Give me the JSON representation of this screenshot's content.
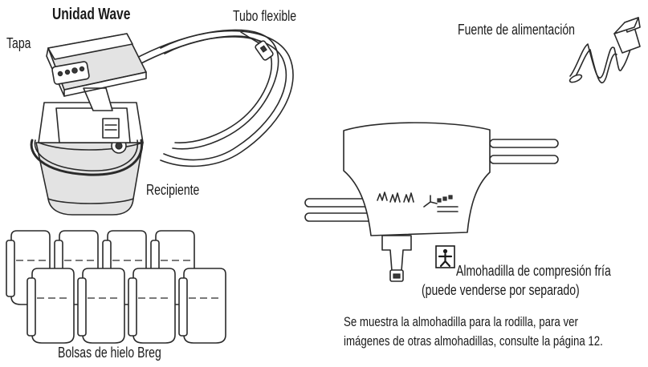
{
  "labels": {
    "title": "Unidad Wave",
    "tube": "Tubo flexible",
    "lid": "Tapa",
    "power": "Fuente de alimentación",
    "container": "Recipiente",
    "ice_bags": "Bolsas de hielo Breg",
    "pad_line1": "Almohadilla de compresión fría",
    "pad_line2": "(puede venderse por separado)",
    "note_line1": "Se muestra la almohadilla para la rodilla, para ver",
    "note_line2": "imágenes de otras almohadillas, consulte la página 12."
  },
  "icons": {
    "pad_symbol": "body-figure-icon",
    "lid_controls": "control-buttons-icon"
  },
  "ice_bag_count": 8
}
